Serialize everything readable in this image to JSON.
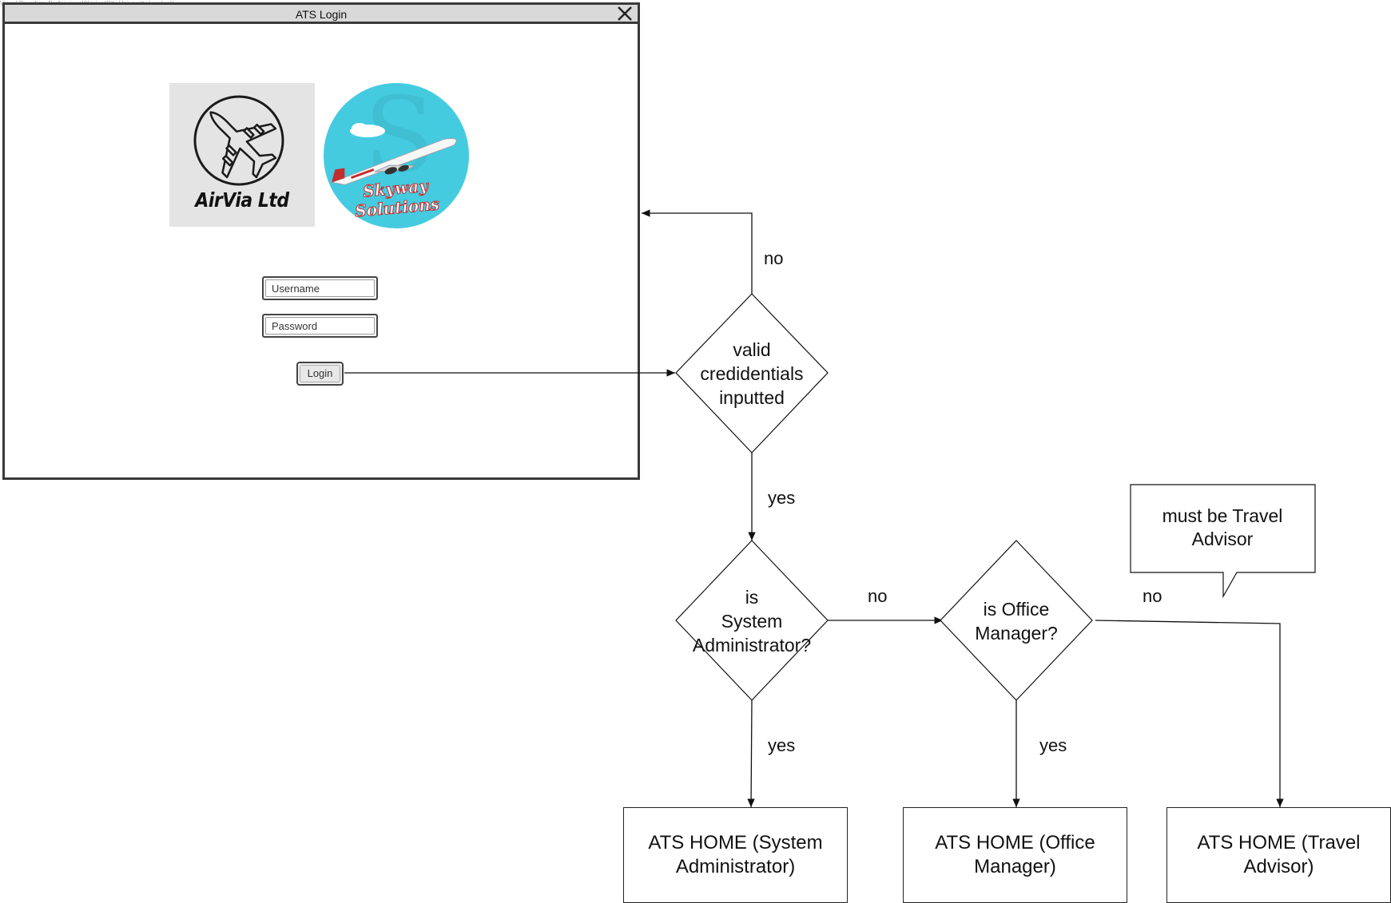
{
  "watermark": "Visual Paradigm Professional(Kerian(City University London))",
  "login_window": {
    "title": "ATS Login",
    "logos": [
      "AirVia Ltd",
      "Skyway Solutions"
    ],
    "username_placeholder": "Username",
    "password_placeholder": "Password",
    "login_button": "Login"
  },
  "flowchart": {
    "decisions": {
      "valid": [
        "valid",
        "credidentials",
        "inputted"
      ],
      "sysadmin": [
        "is",
        "System",
        "Administrator?"
      ],
      "officemgr": [
        "is Office",
        "Manager?"
      ]
    },
    "edge_labels": {
      "valid_no": "no",
      "valid_yes": "yes",
      "sysadmin_no": "no",
      "sysadmin_yes": "yes",
      "officemgr_no": "no",
      "officemgr_yes": "yes"
    },
    "outcomes": {
      "sysadmin": "ATS HOME (System Administrator)",
      "officemgr": "ATS HOME (Office Manager)",
      "travel": "ATS HOME (Travel Advisor)"
    },
    "callout": "must be Travel Advisor"
  }
}
